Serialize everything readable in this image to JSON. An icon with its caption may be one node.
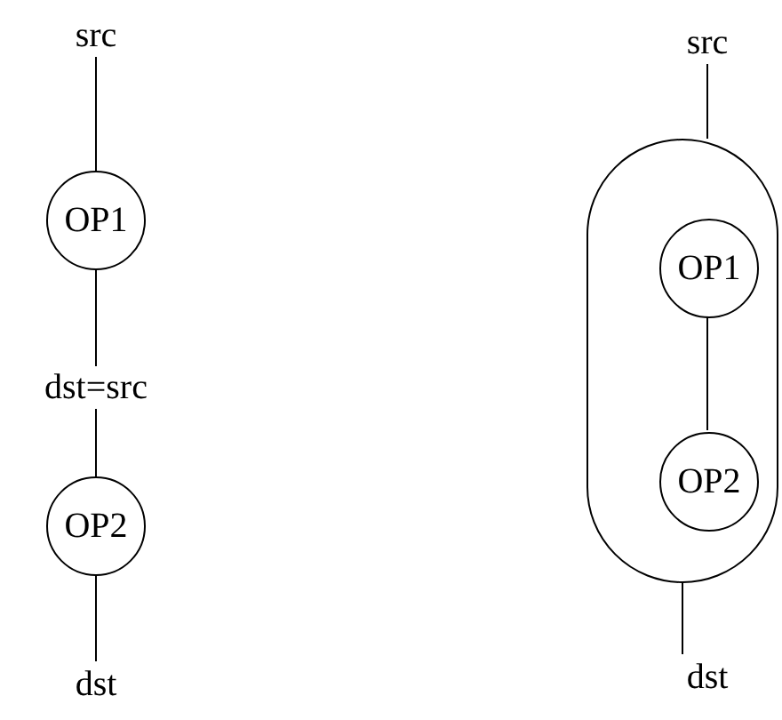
{
  "diagram": {
    "nodes": [
      {
        "text": [
          "src"
        ]
      },
      {
        "text": [
          "OP1"
        ]
      },
      {
        "text": [
          "dst=src"
        ]
      },
      {
        "text": [
          "OP2"
        ]
      },
      {
        "text": [
          "dst"
        ]
      },
      {
        "text": [
          "src"
        ]
      },
      {
        "text": [],
        "shape": "box"
      },
      {
        "text": [
          "OP1"
        ],
        "in": 6
      },
      {
        "text": [
          "OP2"
        ],
        "in": 6
      },
      {
        "text": [
          "dst"
        ]
      }
    ],
    "edges": [
      {
        "from": 0,
        "to": 1,
        "arrow": "none"
      },
      {
        "from": 1,
        "to": 2,
        "arrow": "none"
      },
      {
        "from": 2,
        "to": 3,
        "arrow": "none"
      },
      {
        "from": 3,
        "to": 4,
        "arrow": "none"
      },
      {
        "from": 5,
        "to": 6,
        "arrow": "none"
      },
      {
        "from": 7,
        "to": 8,
        "arrow": "none"
      },
      {
        "from": 6,
        "to": 9,
        "arrow": "none"
      }
    ]
  }
}
